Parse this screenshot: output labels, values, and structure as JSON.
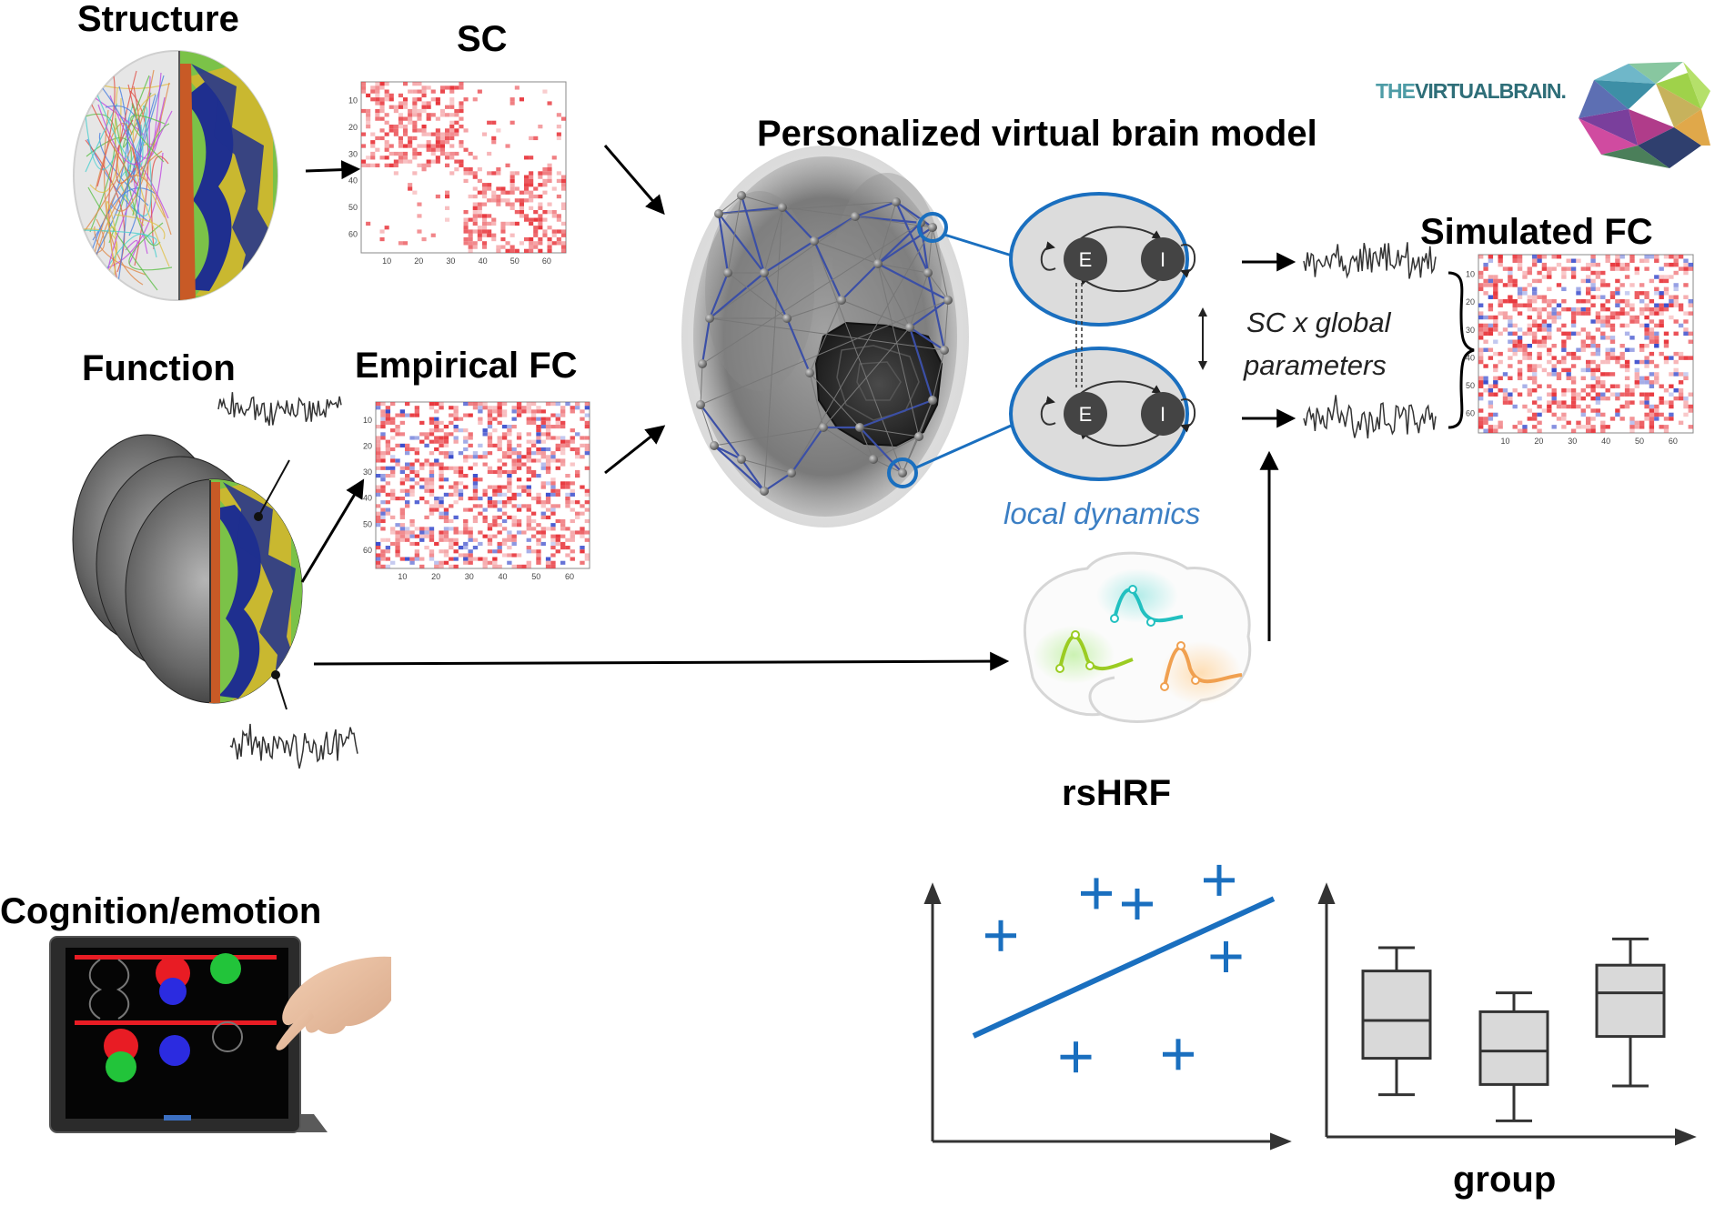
{
  "labels": {
    "structure": "Structure",
    "sc": "SC",
    "function": "Function",
    "empirical_fc": "Empirical FC",
    "model_title": "Personalized virtual brain model",
    "simulated_fc": "Simulated FC",
    "sc_global": "SC x global",
    "parameters": "parameters",
    "local_dynamics": "local dynamics",
    "rshrf": "rsHRF",
    "cognition": "Cognition/emotion",
    "group": "group",
    "node_e": "E",
    "node_i": "I"
  },
  "logo": {
    "text_light": "THE",
    "text_bold": "VIRTUALBRAIN",
    "text_dot": ".",
    "color": "#2e6e78"
  },
  "colors": {
    "accent_blue": "#1a6fbf",
    "matrix_red": "#e8363c",
    "matrix_blue": "#3a4ccc",
    "grey_box": "#d9d9d9"
  },
  "matrix_ticks": {
    "x": [
      "10",
      "20",
      "30",
      "40",
      "50",
      "60"
    ],
    "y": [
      "10",
      "20",
      "30",
      "40",
      "50",
      "60"
    ]
  },
  "scatter_plot": {
    "points": [
      [
        1.0,
        3.9
      ],
      [
        2.4,
        4.7
      ],
      [
        3.0,
        4.5
      ],
      [
        4.2,
        4.95
      ],
      [
        4.3,
        3.5
      ],
      [
        2.1,
        1.6
      ],
      [
        3.6,
        1.65
      ]
    ],
    "trend": [
      [
        0.6,
        2.0
      ],
      [
        5.0,
        4.6
      ]
    ]
  },
  "box_plot": {
    "groups": [
      {
        "whisker_low": 1.45,
        "q1": 2.7,
        "median": 4.0,
        "q3": 5.7,
        "whisker_high": 6.5
      },
      {
        "whisker_low": 0.55,
        "q1": 1.8,
        "median": 2.95,
        "q3": 4.3,
        "whisker_high": 4.95
      },
      {
        "whisker_low": 1.75,
        "q1": 3.45,
        "median": 4.95,
        "q3": 5.9,
        "whisker_high": 6.8
      }
    ],
    "ymax": 8
  },
  "touchscreen": {
    "balls": [
      {
        "color": "#e81c24"
      },
      {
        "color": "#2b2be0"
      },
      {
        "color": "#22c43a"
      },
      {
        "color": "#e81c24"
      },
      {
        "color": "#22c43a"
      },
      {
        "color": "#2b2be0"
      }
    ]
  }
}
